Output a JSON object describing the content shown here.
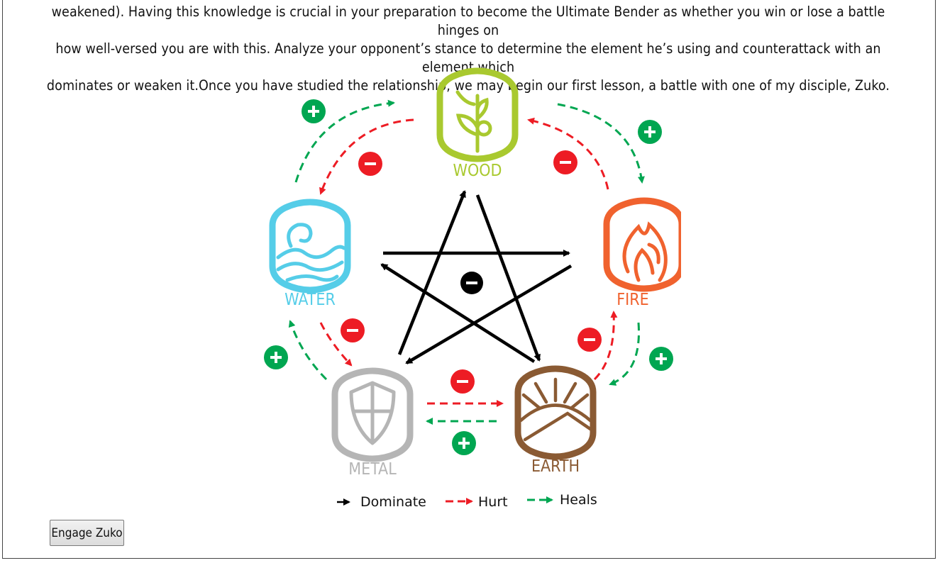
{
  "intro_lines": [
    "weakened). Having this knowledge is crucial in your preparation to become the Ultimate Bender as whether you win or lose a battle hinges on",
    "how well-versed you are with this. Analyze your opponent’s stance to determine the element he’s using and counterattack with an element which",
    "dominates or weaken it.Once you have studied the relationship, we may begin our first lesson, a battle with one of my disciple, Zuko."
  ],
  "elements": {
    "wood": {
      "label": "WOOD",
      "color": "#a9c92f"
    },
    "fire": {
      "label": "FIRE",
      "color": "#f0622e"
    },
    "earth": {
      "label": "EARTH",
      "color": "#8a5a33"
    },
    "metal": {
      "label": "METAL",
      "color": "#b5b5b5"
    },
    "water": {
      "label": "WATER",
      "color": "#55cde8"
    }
  },
  "colors": {
    "hurt": "#ed1c24",
    "heal": "#00a651",
    "dominate": "#000000"
  },
  "legend": {
    "dominate": "Dominate",
    "hurt": "Hurt",
    "heals": "Heals"
  },
  "button": {
    "engage_label": "Engage Zuko"
  }
}
